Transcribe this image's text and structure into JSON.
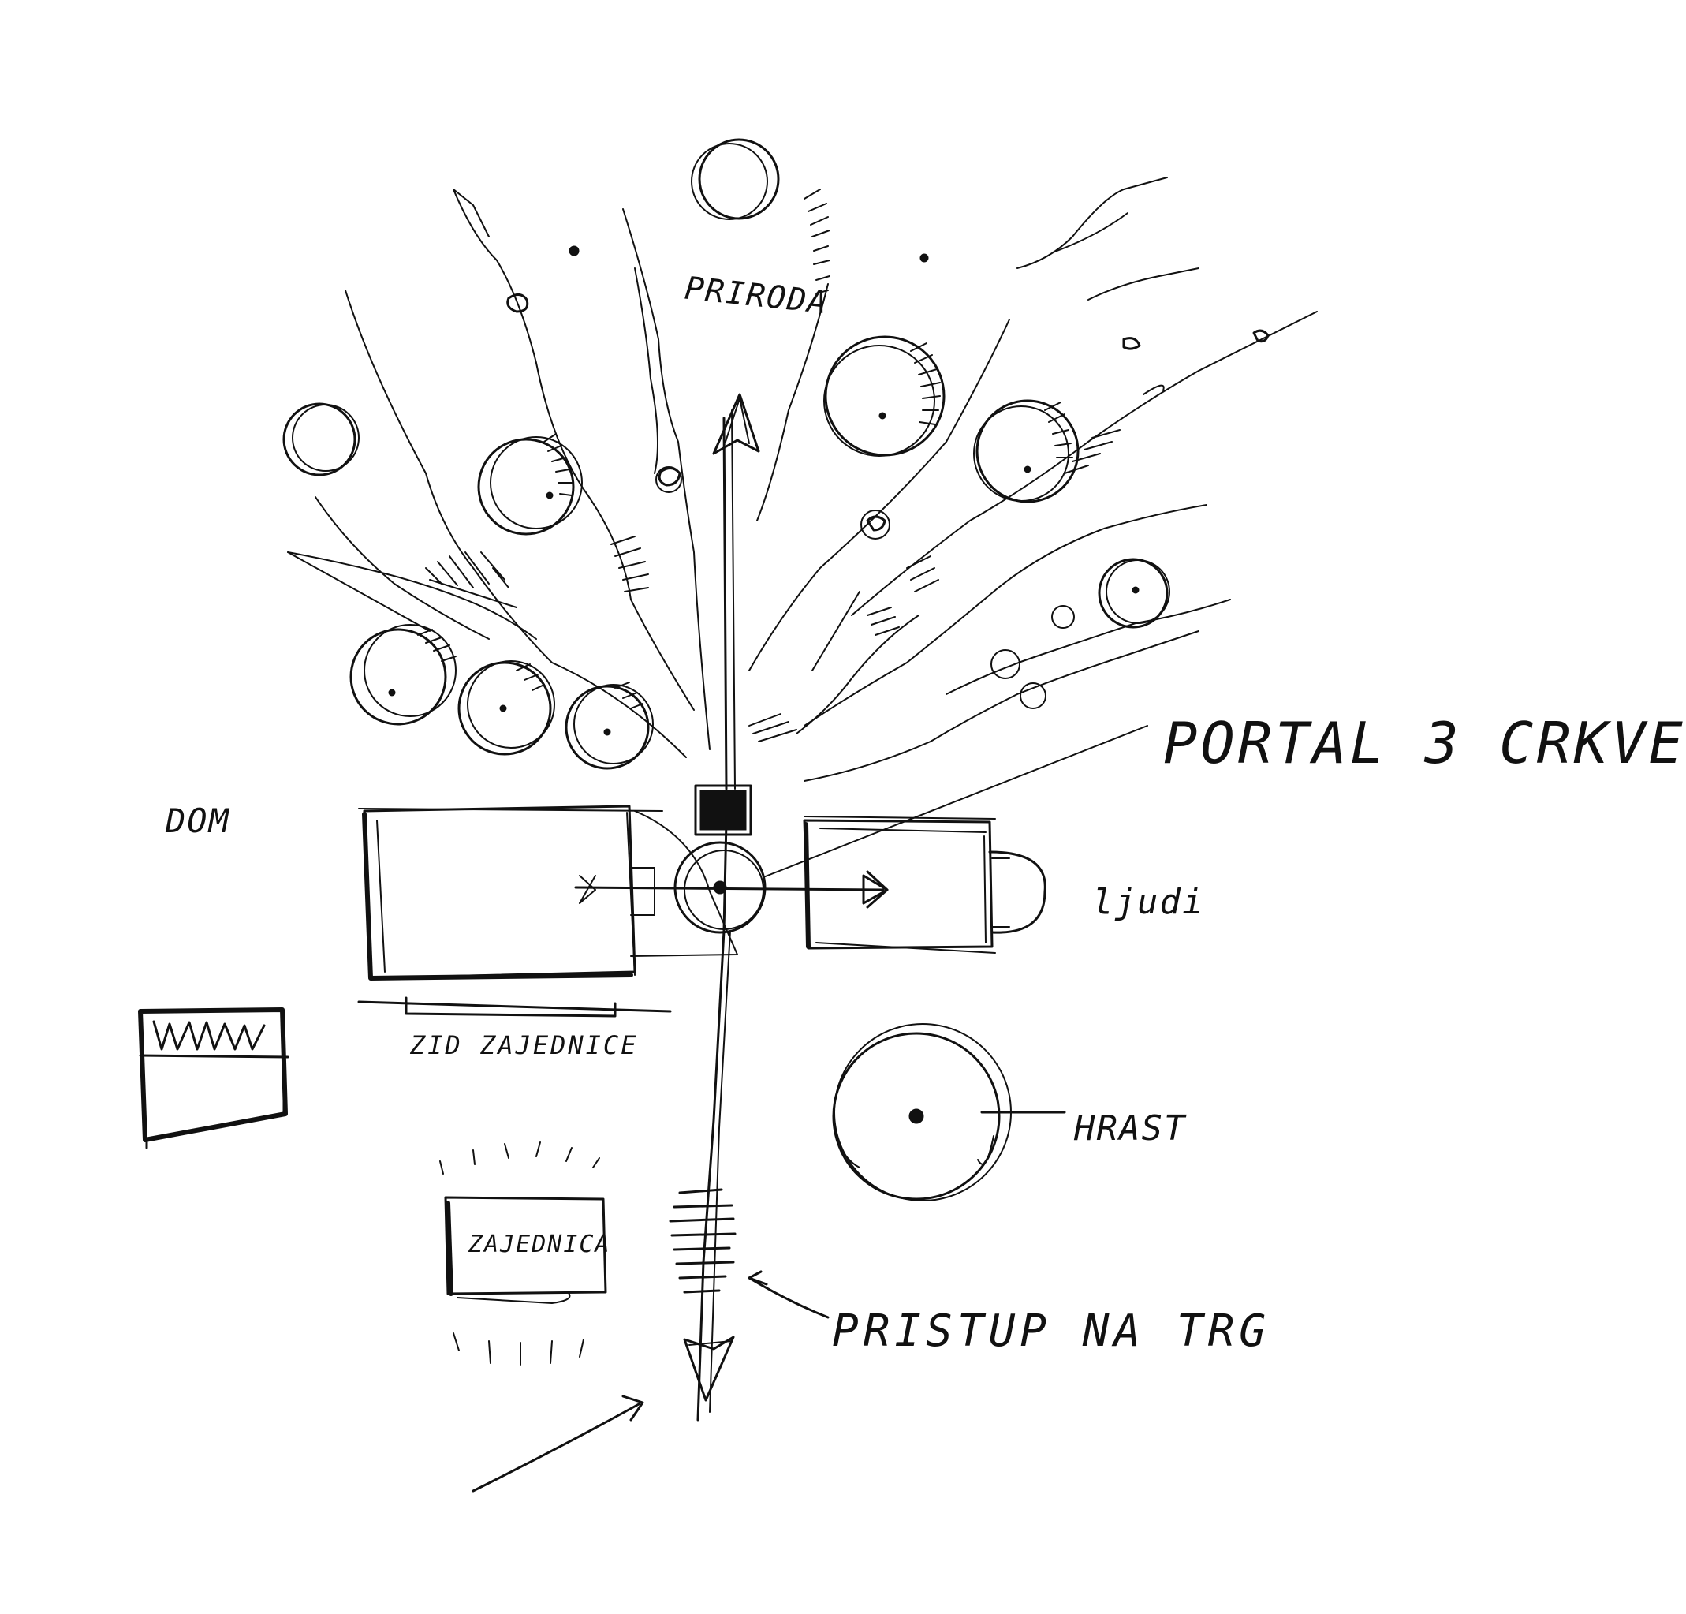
{
  "labels": {
    "priroda": "PRIRODA",
    "dom": "DOM",
    "portal": "PORTAL 3 CRKVE",
    "ljudi": "ljudi",
    "zid": "ZID ZAJEDNICE",
    "hrast": "HRAST",
    "zajednica": "ZAJEDNICA",
    "pristup": "PRISTUP NA TRG"
  },
  "colors": {
    "ink": "#111111",
    "paper": "#ffffff"
  }
}
